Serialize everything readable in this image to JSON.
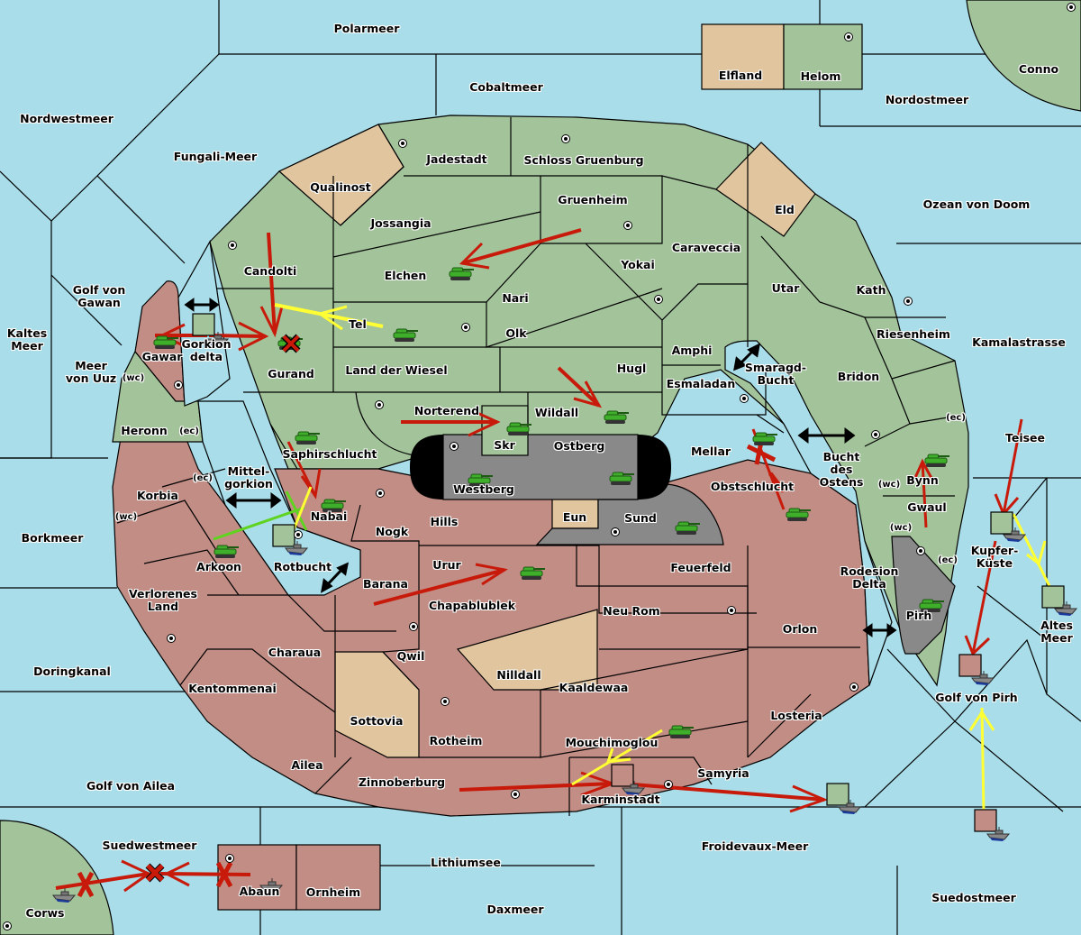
{
  "title": "Diplomacy-style map",
  "colors": {
    "sea": "#a8dde9",
    "green_power": "#a3c49a",
    "red_power": "#c28d84",
    "neutral": "#e0c59e",
    "impassable": "#898989",
    "order_move": "#c81a0a",
    "order_support": "#ffff33",
    "order_convoy_support": "#5fd31f"
  },
  "seas": [
    {
      "name": "Polarmeer"
    },
    {
      "name": "Cobaltmeer"
    },
    {
      "name": "Nordwestmeer"
    },
    {
      "name": "Fungali-Meer"
    },
    {
      "name": "Nordostmeer"
    },
    {
      "name": "Ozean von Doom"
    },
    {
      "name": "Kamalastrasse"
    },
    {
      "name": "Golf von\nGawan"
    },
    {
      "name": "Kaltes\nMeer"
    },
    {
      "name": "Meer\nvon Uuz"
    },
    {
      "name": "Borkmeer"
    },
    {
      "name": "Doringkanal"
    },
    {
      "name": "Golf von Ailea"
    },
    {
      "name": "Suedwestmeer"
    },
    {
      "name": "Lithiumsee"
    },
    {
      "name": "Daxmeer"
    },
    {
      "name": "Froidevaux-Meer"
    },
    {
      "name": "Suedostmeer"
    },
    {
      "name": "Golf von Pirh"
    },
    {
      "name": "Altes\nMeer"
    },
    {
      "name": "Teisee"
    },
    {
      "name": "Kupfer-\nKüste"
    },
    {
      "name": "Rodesion\nDelta"
    },
    {
      "name": "Bucht\ndes\nOstens"
    },
    {
      "name": "Smaragd-\nBucht"
    },
    {
      "name": "Gorkion\ndelta"
    },
    {
      "name": "Mittel-\ngorkion"
    },
    {
      "name": "Rotbucht"
    }
  ],
  "green_territories": [
    {
      "name": "Helom"
    },
    {
      "name": "Conno"
    },
    {
      "name": "Jadestadt"
    },
    {
      "name": "Schloss Gruenburg"
    },
    {
      "name": "Gruenheim"
    },
    {
      "name": "Jossangia"
    },
    {
      "name": "Candolti"
    },
    {
      "name": "Elchen"
    },
    {
      "name": "Yokai"
    },
    {
      "name": "Caraveccia"
    },
    {
      "name": "Utar"
    },
    {
      "name": "Kath"
    },
    {
      "name": "Nari"
    },
    {
      "name": "Olk"
    },
    {
      "name": "Tel"
    },
    {
      "name": "Gurand"
    },
    {
      "name": "Land der Wiesel"
    },
    {
      "name": "Hugl"
    },
    {
      "name": "Amphi"
    },
    {
      "name": "Esmaladan"
    },
    {
      "name": "Riesenheim"
    },
    {
      "name": "Bridon"
    },
    {
      "name": "Norterend"
    },
    {
      "name": "Wildall"
    },
    {
      "name": "Skr"
    },
    {
      "name": "Mellar"
    },
    {
      "name": "Saphirschlucht"
    },
    {
      "name": "Heronn"
    },
    {
      "name": "Bynn"
    },
    {
      "name": "Gwaul"
    },
    {
      "name": "Samyria"
    },
    {
      "name": "Karminstadt"
    },
    {
      "name": "Corws"
    }
  ],
  "red_territories": [
    {
      "name": "Gawar"
    },
    {
      "name": "Korbia"
    },
    {
      "name": "Arkoon"
    },
    {
      "name": "Nabai"
    },
    {
      "name": "Nogk"
    },
    {
      "name": "Hills"
    },
    {
      "name": "Barana"
    },
    {
      "name": "Urur"
    },
    {
      "name": "Chapablublek"
    },
    {
      "name": "Feuerfeld"
    },
    {
      "name": "Obstschlucht"
    },
    {
      "name": "Neu Rom"
    },
    {
      "name": "Orlon"
    },
    {
      "name": "Verlorenes\nLand"
    },
    {
      "name": "Charaua"
    },
    {
      "name": "Kentommenai"
    },
    {
      "name": "Qwil"
    },
    {
      "name": "Kaaldewaa"
    },
    {
      "name": "Losteria"
    },
    {
      "name": "Rotheim"
    },
    {
      "name": "Mouchimoglou"
    },
    {
      "name": "Ailea"
    },
    {
      "name": "Zinnoberburg"
    },
    {
      "name": "Abaun"
    },
    {
      "name": "Ornheim"
    }
  ],
  "neutral_territories": [
    {
      "name": "Elfland"
    },
    {
      "name": "Qualinost"
    },
    {
      "name": "Eld"
    },
    {
      "name": "Eun"
    },
    {
      "name": "Sottovia"
    },
    {
      "name": "Nilldall"
    }
  ],
  "impassable_territories": [
    {
      "name": "Ostberg"
    },
    {
      "name": "Westberg"
    },
    {
      "name": "Sund"
    },
    {
      "name": "Pirh"
    }
  ],
  "coast_markers": {
    "wc": "(wc)",
    "ec": "(ec)"
  },
  "units": [
    {
      "type": "army",
      "power": "green",
      "location": "Gawar"
    },
    {
      "type": "fleet",
      "power": "green",
      "location": "Gorkion delta"
    },
    {
      "type": "army",
      "power": "green",
      "location": "Gurand",
      "dislodged": true
    },
    {
      "type": "army",
      "power": "green",
      "location": "Tel"
    },
    {
      "type": "army",
      "power": "green",
      "location": "Elchen"
    },
    {
      "type": "army",
      "power": "green",
      "location": "Saphirschlucht"
    },
    {
      "type": "army",
      "power": "green",
      "location": "Nabai"
    },
    {
      "type": "army",
      "power": "green",
      "location": "Arkoon"
    },
    {
      "type": "fleet",
      "power": "green",
      "location": "Rotbucht"
    },
    {
      "type": "army",
      "power": "green",
      "location": "Skr"
    },
    {
      "type": "army",
      "power": "green",
      "location": "Wildall"
    },
    {
      "type": "army",
      "power": "green",
      "location": "Westberg"
    },
    {
      "type": "army",
      "power": "green",
      "location": "Ostberg"
    },
    {
      "type": "army",
      "power": "green",
      "location": "Sund"
    },
    {
      "type": "army",
      "power": "green",
      "location": "Urur"
    },
    {
      "type": "army",
      "power": "green",
      "location": "Mellar"
    },
    {
      "type": "army",
      "power": "green",
      "location": "Obstschlucht"
    },
    {
      "type": "army",
      "power": "green",
      "location": "Bynn"
    },
    {
      "type": "army",
      "power": "green",
      "location": "Pirh"
    },
    {
      "type": "fleet",
      "power": "green",
      "location": "Kupfer-Küste"
    },
    {
      "type": "fleet",
      "power": "green",
      "location": "Altes Meer"
    },
    {
      "type": "fleet",
      "power": "red",
      "location": "Golf von Pirh"
    },
    {
      "type": "fleet",
      "power": "red",
      "location": "Suedostmeer"
    },
    {
      "type": "army",
      "power": "green",
      "location": "Mouchimoglou"
    },
    {
      "type": "fleet",
      "power": "red",
      "location": "Karminstadt"
    },
    {
      "type": "fleet",
      "power": "green",
      "location": "Froidevaux-Meer"
    },
    {
      "type": "fleet",
      "power": "none",
      "location": "Corws"
    },
    {
      "type": "fleet",
      "power": "none",
      "location": "Abaun"
    }
  ]
}
